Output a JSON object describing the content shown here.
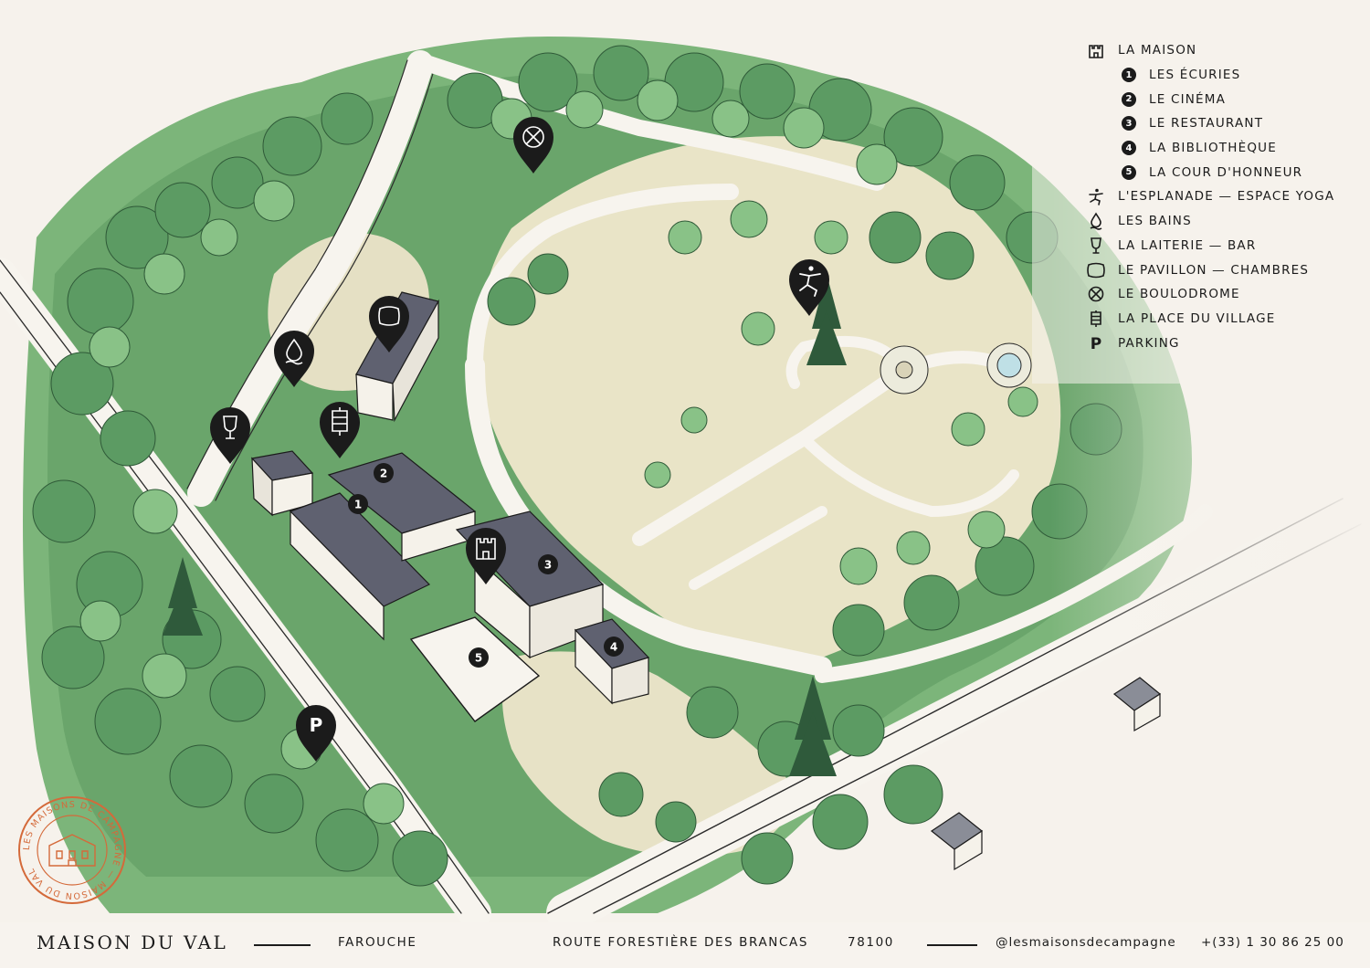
{
  "legend": {
    "items": [
      {
        "icon": "castle-icon",
        "label": "LA MAISON",
        "sub": false
      },
      {
        "icon": "number-1-icon",
        "number": "1",
        "label": "LES ÉCURIES",
        "sub": true
      },
      {
        "icon": "number-2-icon",
        "number": "2",
        "label": "LE CINÉMA",
        "sub": true
      },
      {
        "icon": "number-3-icon",
        "number": "3",
        "label": "LE RESTAURANT",
        "sub": true
      },
      {
        "icon": "number-4-icon",
        "number": "4",
        "label": "LA BIBLIOTHÈQUE",
        "sub": true
      },
      {
        "icon": "number-5-icon",
        "number": "5",
        "label": "LA COUR D'HONNEUR",
        "sub": true
      },
      {
        "icon": "yoga-icon",
        "label": "L'ESPLANADE — ESPACE YOGA",
        "sub": false
      },
      {
        "icon": "water-drop-icon",
        "label": "LES BAINS",
        "sub": false
      },
      {
        "icon": "wine-glass-icon",
        "label": "LA LAITERIE — BAR",
        "sub": false
      },
      {
        "icon": "pillow-icon",
        "label": "LE PAVILLON — CHAMBRES",
        "sub": false
      },
      {
        "icon": "petanque-icon",
        "label": "LE BOULODROME",
        "sub": false
      },
      {
        "icon": "lantern-icon",
        "label": "LA PLACE DU VILLAGE",
        "sub": false
      },
      {
        "icon": "parking-icon",
        "label": "PARKING",
        "sub": false
      }
    ]
  },
  "markers": {
    "n1": "1",
    "n2": "2",
    "n3": "3",
    "n4": "4",
    "n5": "5",
    "parking": "P"
  },
  "footer": {
    "brand": "MAISON DU VAL",
    "place": "FAROUCHE",
    "road": "ROUTE FORESTIÈRE DES BRANCAS",
    "postcode": "78100",
    "social": "@lesmaisonsdecampagne",
    "phone": "+(33) 1 30 86 25 00"
  },
  "stamp": {
    "text": "LES MAISONS DE CAMPAGNE — MAISON DU VAL"
  },
  "colors": {
    "forest": "#6fae6f",
    "forest_dark": "#4a8a55",
    "lawn": "#e8e4c8",
    "path": "#f7f4ee",
    "ink": "#1b1b1b",
    "roof": "#5f6170",
    "stamp": "#d46a3a"
  }
}
